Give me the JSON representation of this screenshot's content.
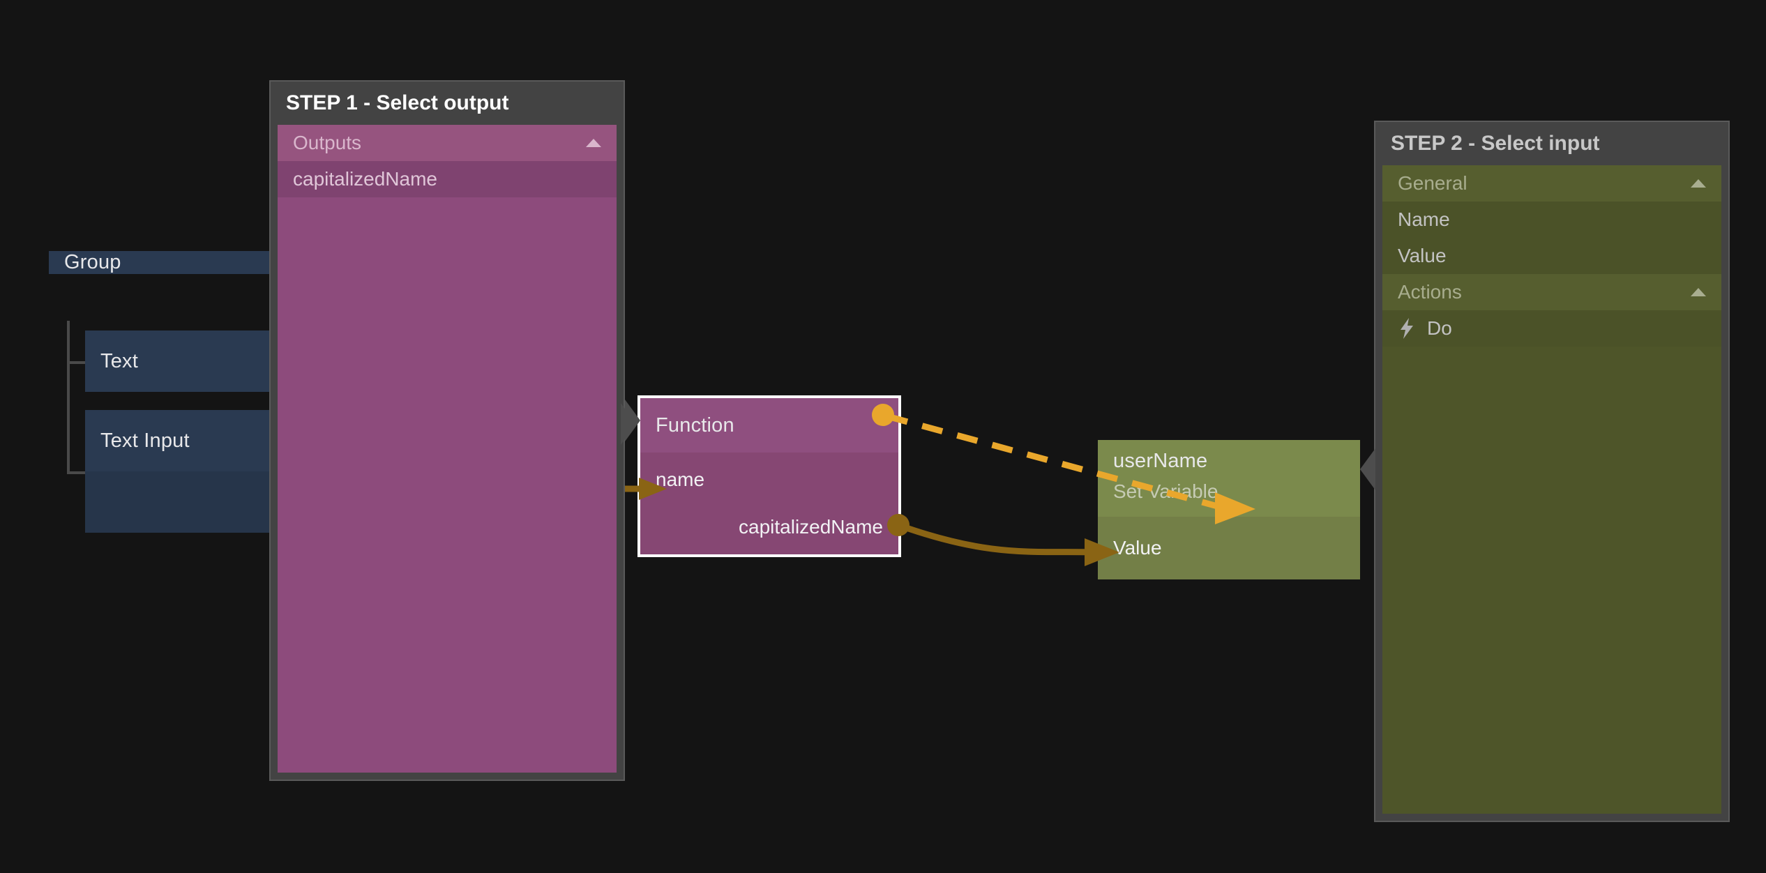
{
  "canvas": {
    "background_color": "#141414"
  },
  "colors": {
    "accent_orange": "#e9a72c",
    "wire_brown": "#8a6414",
    "node_purple": "#8d4b7c",
    "node_green": "#737f47",
    "node_blue": "#26354a",
    "panel_gray": "#434343",
    "selection_outline": "#ffffff"
  },
  "left_cluster": {
    "nodes": [
      {
        "title": "Group",
        "type": "group-node"
      },
      {
        "title": "Text",
        "type": "text-node"
      },
      {
        "title": "Text Input",
        "type": "text-input-node"
      }
    ]
  },
  "function_node": {
    "title": "Function",
    "inputs": [
      "name"
    ],
    "outputs": [
      "capitalizedName"
    ],
    "selected": true
  },
  "set_variable_node": {
    "title": "userName",
    "subtitle": "Set Variable",
    "inputs": [
      "Value"
    ]
  },
  "step1_panel": {
    "title": "STEP 1 - Select output",
    "group_label": "Outputs",
    "collapse_icon": "caret-up-icon",
    "items": [
      {
        "label": "capitalizedName",
        "icon": null
      }
    ]
  },
  "step2_panel": {
    "title": "STEP 2 - Select input",
    "groups": [
      {
        "label": "General",
        "collapse_icon": "caret-up-icon",
        "items": [
          {
            "label": "Name",
            "icon": null
          },
          {
            "label": "Value",
            "icon": null
          }
        ]
      },
      {
        "label": "Actions",
        "collapse_icon": "caret-up-icon",
        "items": [
          {
            "label": "Do",
            "icon": "lightning-bolt-icon"
          }
        ]
      }
    ]
  },
  "connections": [
    {
      "name": "exec-wire",
      "style": "dashed",
      "color": "#e9a72c",
      "from": "function-exec-out",
      "to": "set-variable-exec-in"
    },
    {
      "name": "data-wire",
      "style": "solid",
      "color": "#8a6414",
      "from": "function-capitalizedName-out",
      "to": "set-variable-value-in"
    }
  ]
}
